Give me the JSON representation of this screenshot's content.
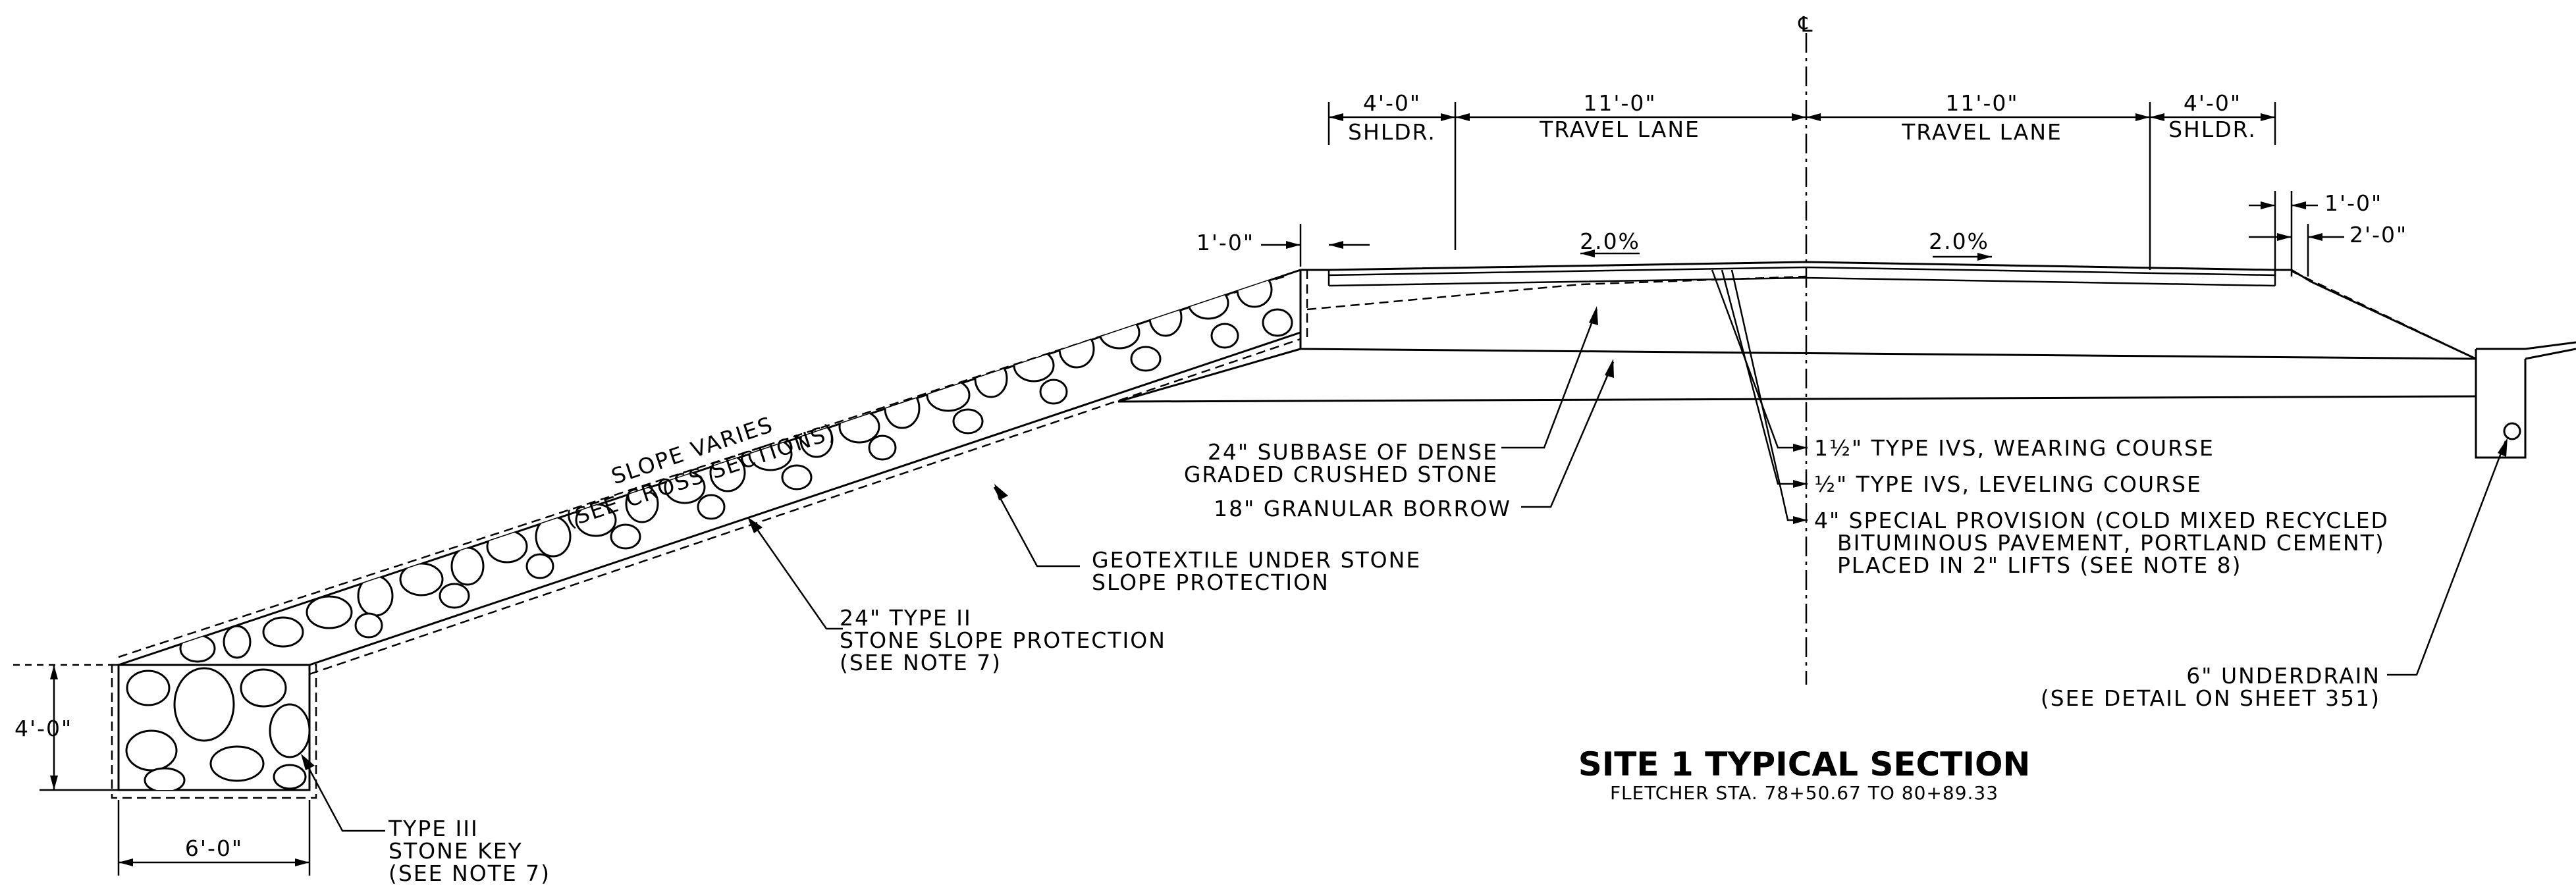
{
  "centerline_symbol": "℄",
  "dimensions": {
    "shoulder_left": "4'-0\"",
    "lane_left": "11'-0\"",
    "lane_right": "11'-0\"",
    "shoulder_right": "4'-0\"",
    "offset_left": "1'-0\"",
    "offset_right": "1'-0\"",
    "ditch_offset": "2'-0\"",
    "key_depth": "4'-0\"",
    "key_width": "6'-0\""
  },
  "segment_labels": {
    "shoulder_left": "SHLDR.",
    "lane_left": "TRAVEL LANE",
    "lane_right": "TRAVEL LANE",
    "shoulder_right": "SHLDR."
  },
  "cross_slope_left": "2.0%",
  "cross_slope_right": "2.0%",
  "slope_note": {
    "line1": "SLOPE VARIES",
    "line2": "(SEE CROSS SECTIONS)"
  },
  "callouts": {
    "subbase": [
      "24\" SUBBASE OF DENSE",
      "GRADED CRUSHED STONE"
    ],
    "borrow": [
      "18\" GRANULAR BORROW"
    ],
    "geotextile": [
      "GEOTEXTILE UNDER STONE",
      "SLOPE PROTECTION"
    ],
    "stone_slope": [
      "24\" TYPE II",
      "STONE SLOPE PROTECTION",
      "(SEE NOTE 7)"
    ],
    "stone_key": [
      "TYPE III",
      "STONE KEY",
      "(SEE NOTE 7)"
    ],
    "wearing": [
      "1½\" TYPE IVS, WEARING COURSE"
    ],
    "leveling": [
      "½\" TYPE IVS, LEVELING COURSE"
    ],
    "special": [
      "4\" SPECIAL PROVISION (COLD MIXED RECYCLED",
      "BITUMINOUS PAVEMENT, PORTLAND CEMENT)",
      "PLACED IN 2\" LIFTS (SEE NOTE 8)"
    ],
    "underdrain": [
      "6\" UNDERDRAIN",
      "(SEE DETAIL ON SHEET 351)"
    ]
  },
  "title": "SITE 1 TYPICAL SECTION",
  "subtitle": "FLETCHER STA. 78+50.67 TO 80+89.33"
}
